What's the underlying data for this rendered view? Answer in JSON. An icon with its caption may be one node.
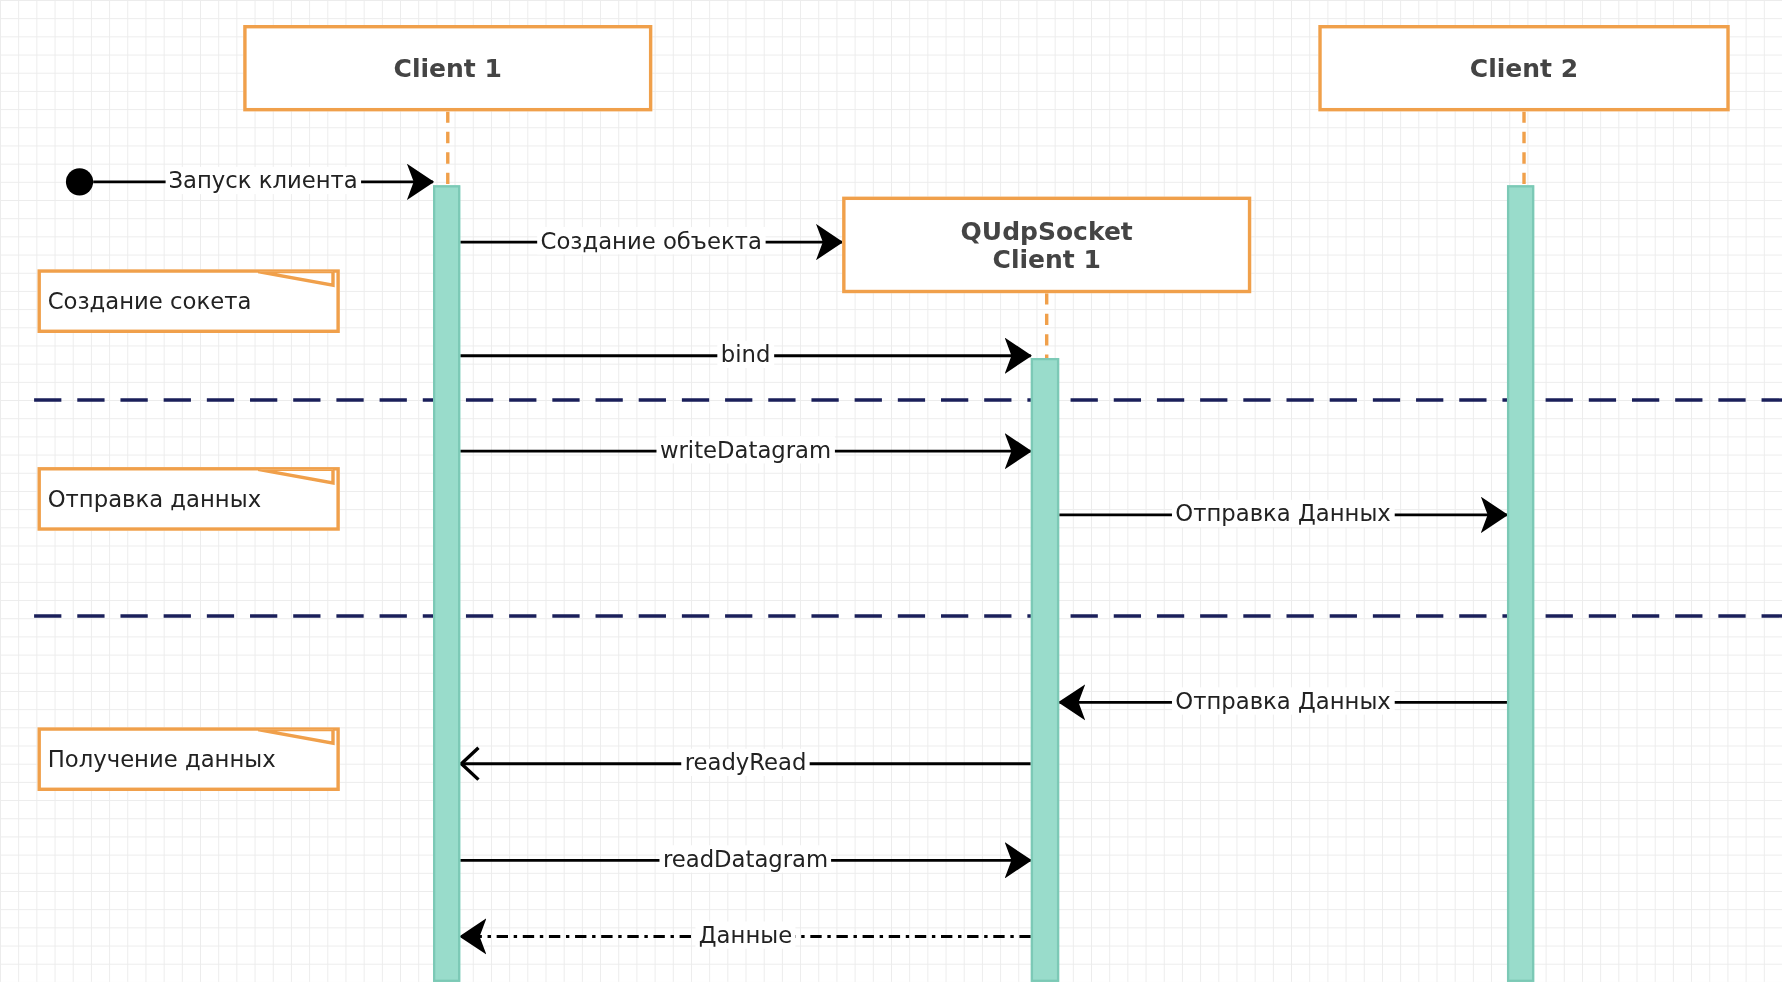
{
  "diagram": {
    "nodes": [
      {
        "text": [
          "Client 1"
        ]
      },
      {
        "text": [
          "Client 2"
        ]
      },
      {
        "text": [],
        "shape": "circle"
      },
      {
        "text": [],
        "shape": "bar"
      },
      {
        "text": [],
        "shape": "bar"
      },
      {
        "text": [
          "QUdpSocket Client 1"
        ]
      },
      {
        "text": [
          "Создание сокета"
        ]
      },
      {
        "text": [],
        "shape": "bar"
      },
      {
        "text": [
          "Отправка данных"
        ]
      },
      {
        "text": [
          "Получение данных"
        ]
      }
    ],
    "edges": [
      {
        "from": 0,
        "to": 3,
        "arrow": "none",
        "style": "dashed",
        "color": "#f0a04b"
      },
      {
        "from": 1,
        "to": 7,
        "arrow": "none",
        "style": "dashed",
        "color": "#f0a04b"
      },
      {
        "from": 5,
        "to": 4,
        "arrow": "none",
        "style": "dashed",
        "color": "#f0a04b"
      },
      {
        "from": 2,
        "to": 3,
        "label": "Запуск клиента",
        "arrow": "to"
      },
      {
        "from": 3,
        "to": 5,
        "label": "Создание объекта",
        "arrow": "to"
      },
      {
        "from": 3,
        "to": 4,
        "label": "bind",
        "arrow": "to"
      },
      {
        "from": 3,
        "to": 4,
        "label": "writeDatagram",
        "arrow": "to"
      },
      {
        "from": 4,
        "to": 7,
        "label": "Отправка Данных",
        "arrow": "to"
      },
      {
        "from": 7,
        "to": 4,
        "label": "Отправка Данных",
        "arrow": "to"
      },
      {
        "from": 4,
        "to": 3,
        "label": "readyRead",
        "arrow": "to"
      },
      {
        "from": 3,
        "to": 4,
        "label": "readDatagram",
        "arrow": "to"
      },
      {
        "from": 4,
        "to": 3,
        "label": "Данные",
        "arrow": "to",
        "style": "dashed"
      }
    ]
  }
}
